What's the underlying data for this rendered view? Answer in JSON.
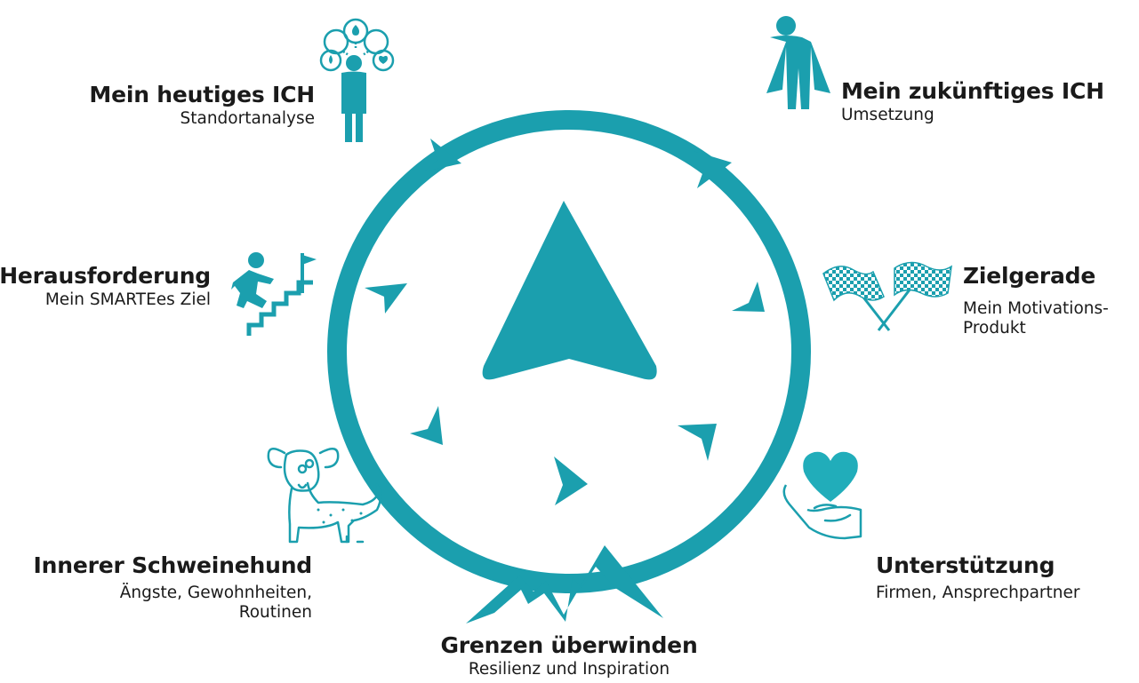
{
  "colors": {
    "teal": "#1b9fae",
    "teal_light": "#21adba",
    "text": "#1a1a1a"
  },
  "stations": [
    {
      "icon": "thinking-person-icon",
      "title": "Mein heutiges ICH",
      "sub1": "Standortanalyse",
      "sub2": ""
    },
    {
      "icon": "superhero-icon",
      "title": "Mein zukünftiges ICH",
      "sub1": "Umsetzung",
      "sub2": ""
    },
    {
      "icon": "stairs-flag-icon",
      "title": "Herausforderung",
      "sub1": "Mein SMARTEes Ziel",
      "sub2": ""
    },
    {
      "icon": "checkered-flags-icon",
      "title": "Zielgerade",
      "sub1": "Mein Motivations-",
      "sub2": "Produkt"
    },
    {
      "icon": "dog-icon",
      "title": "Innerer Schweinehund",
      "sub1": "Ängste, Gewohnheiten,",
      "sub2": "Routinen"
    },
    {
      "icon": "heart-hand-icon",
      "title": "Unterstützung",
      "sub1": "Firmen, Ansprechpartner",
      "sub2": ""
    },
    {
      "icon": "mountains-icon",
      "title": "Grenzen überwinden",
      "sub1": "Resilienz und Inspiration",
      "sub2": ""
    }
  ],
  "center_icon": "compass-arrow-icon"
}
